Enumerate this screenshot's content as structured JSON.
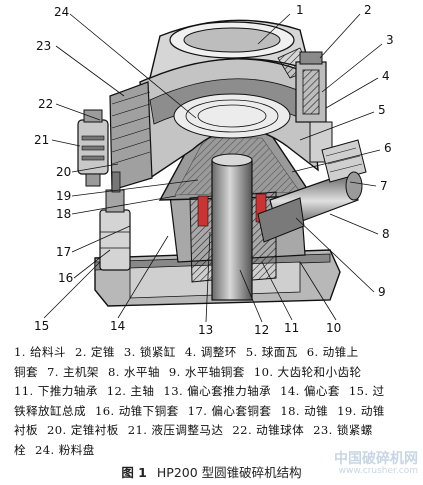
{
  "diagram": {
    "callouts": [
      "1",
      "2",
      "3",
      "4",
      "5",
      "6",
      "7",
      "8",
      "9",
      "10",
      "11",
      "12",
      "13",
      "14",
      "15",
      "16",
      "17",
      "18",
      "19",
      "20",
      "21",
      "22",
      "23",
      "24"
    ]
  },
  "legend": {
    "lines": [
      [
        "1. 给料斗",
        "2. 定锥",
        "3. 锁紧缸",
        "4. 调整环",
        "5. 球面瓦",
        "6. 动锥上"
      ],
      [
        "铜套",
        "7. 主机架",
        "8. 水平轴",
        "9. 水平轴铜套",
        "10. 大齿轮和小齿轮"
      ],
      [
        "11. 下推力轴承",
        "12. 主轴",
        "13. 偏心套推力轴承",
        "14. 偏心套",
        "15. 过"
      ],
      [
        "铁释放缸总成",
        "16. 动锥下铜套",
        "17. 偏心套铜套",
        "18. 动锥",
        "19. 动锥"
      ],
      [
        "衬板",
        "20. 定锥衬板",
        "21. 液压调整马达",
        "22. 动锥球体",
        "23. 锁紧螺"
      ],
      [
        "栓",
        "24. 粉料盘"
      ]
    ]
  },
  "caption": {
    "figure": "图 1",
    "title": "HP200 型圆锥破碎机结构"
  },
  "watermark": {
    "line1": "中国破碎机网",
    "line2": "www.crusher.com"
  }
}
